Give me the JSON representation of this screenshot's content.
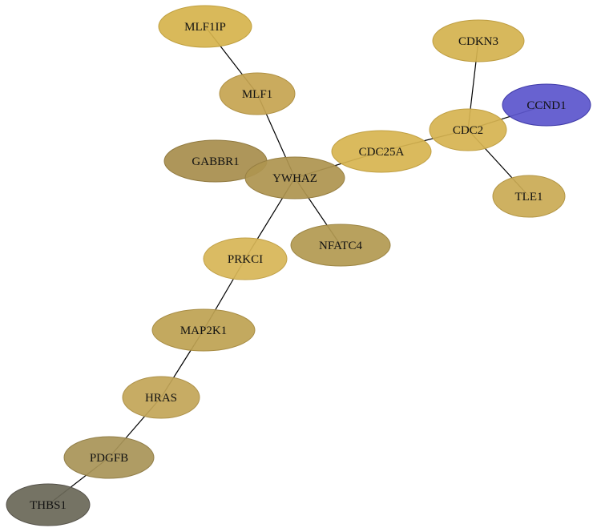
{
  "diagram": {
    "nodes": [
      {
        "id": "MLF1IP",
        "label": "MLF1IP",
        "fill": "#d6b44e",
        "stroke": "#c0a040"
      },
      {
        "id": "CDKN3",
        "label": "CDKN3",
        "fill": "#d4b350",
        "stroke": "#bf9e42"
      },
      {
        "id": "MLF1",
        "label": "MLF1",
        "fill": "#c6a552",
        "stroke": "#b09144"
      },
      {
        "id": "CCND1",
        "label": "CCND1",
        "fill": "#5c56cc",
        "stroke": "#3f3aa8"
      },
      {
        "id": "CDC2",
        "label": "CDC2",
        "fill": "#d6b452",
        "stroke": "#c0a044"
      },
      {
        "id": "CDC25A",
        "label": "CDC25A",
        "fill": "#d7b551",
        "stroke": "#c1a043"
      },
      {
        "id": "GABBR1",
        "label": "GABBR1",
        "fill": "#a88e4e",
        "stroke": "#917a40"
      },
      {
        "id": "YWHAZ",
        "label": "YWHAZ",
        "fill": "#ae9450",
        "stroke": "#977f42"
      },
      {
        "id": "TLE1",
        "label": "TLE1",
        "fill": "#caab55",
        "stroke": "#b39646"
      },
      {
        "id": "NFATC4",
        "label": "NFATC4",
        "fill": "#b39a52",
        "stroke": "#9c8544"
      },
      {
        "id": "PRKCI",
        "label": "PRKCI",
        "fill": "#d7b657",
        "stroke": "#c1a148"
      },
      {
        "id": "MAP2K1",
        "label": "MAP2K1",
        "fill": "#bea253",
        "stroke": "#a88d45"
      },
      {
        "id": "HRAS",
        "label": "HRAS",
        "fill": "#c3a658",
        "stroke": "#ad9149"
      },
      {
        "id": "PDGFB",
        "label": "PDGFB",
        "fill": "#a99458",
        "stroke": "#927f4a"
      },
      {
        "id": "THBS1",
        "label": "THBS1",
        "fill": "#6b6858",
        "stroke": "#55524a"
      }
    ],
    "edges": [
      {
        "from": "MLF1IP",
        "to": "MLF1"
      },
      {
        "from": "MLF1",
        "to": "YWHAZ"
      },
      {
        "from": "CDKN3",
        "to": "CDC2"
      },
      {
        "from": "CCND1",
        "to": "CDC2"
      },
      {
        "from": "CDC2",
        "to": "CDC25A"
      },
      {
        "from": "CDC2",
        "to": "TLE1"
      },
      {
        "from": "CDC25A",
        "to": "YWHAZ"
      },
      {
        "from": "YWHAZ",
        "to": "NFATC4"
      },
      {
        "from": "YWHAZ",
        "to": "PRKCI"
      },
      {
        "from": "PRKCI",
        "to": "MAP2K1"
      },
      {
        "from": "MAP2K1",
        "to": "HRAS"
      },
      {
        "from": "HRAS",
        "to": "PDGFB"
      },
      {
        "from": "PDGFB",
        "to": "THBS1"
      }
    ]
  }
}
